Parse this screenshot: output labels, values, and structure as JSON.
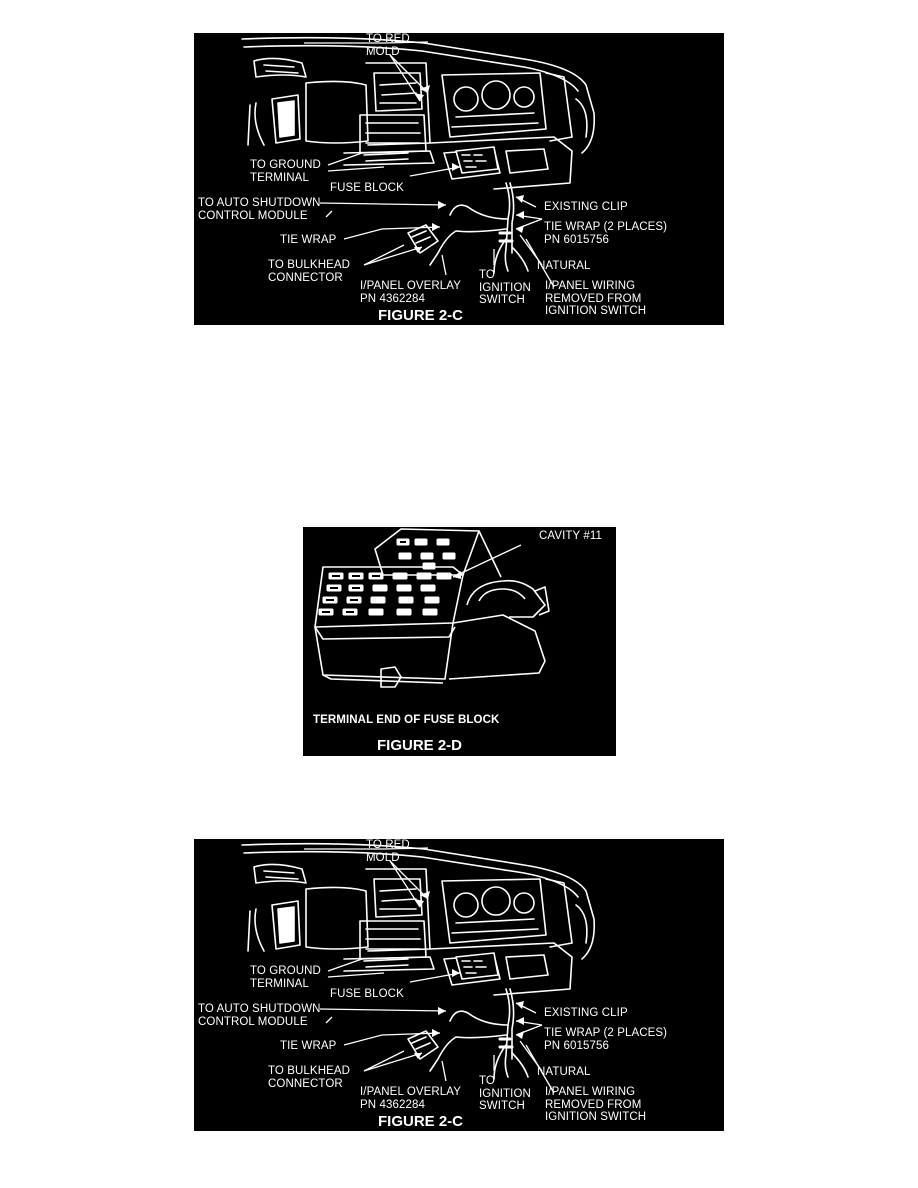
{
  "figure_c": {
    "caption": "FIGURE 2-C",
    "labels": {
      "to_red_mold": "TO RED\nMOLD",
      "to_ground_terminal": "TO GROUND\nTERMINAL",
      "fuse_block": "FUSE BLOCK",
      "to_auto_shutdown": "TO AUTO SHUTDOWN\nCONTROL MODULE",
      "tie_wrap": "TIE WRAP",
      "to_bulkhead_connector": "TO BULKHEAD\nCONNECTOR",
      "ipanel_overlay": "I/PANEL OVERLAY\nPN 4362284",
      "to_ignition_switch": "TO\nIGNITION\nSWITCH",
      "existing_clip": "EXISTING CLIP",
      "tie_wrap_2_places": "TIE WRAP (2 PLACES)\nPN 6015756",
      "natural": "NATURAL",
      "ipanel_wiring_removed": "I/PANEL WIRING\nREMOVED FROM\nIGNITION SWITCH"
    }
  },
  "figure_d": {
    "caption": "FIGURE 2-D",
    "labels": {
      "cavity": "CAVITY #11",
      "terminal_end": "TERMINAL END OF FUSE BLOCK"
    }
  }
}
